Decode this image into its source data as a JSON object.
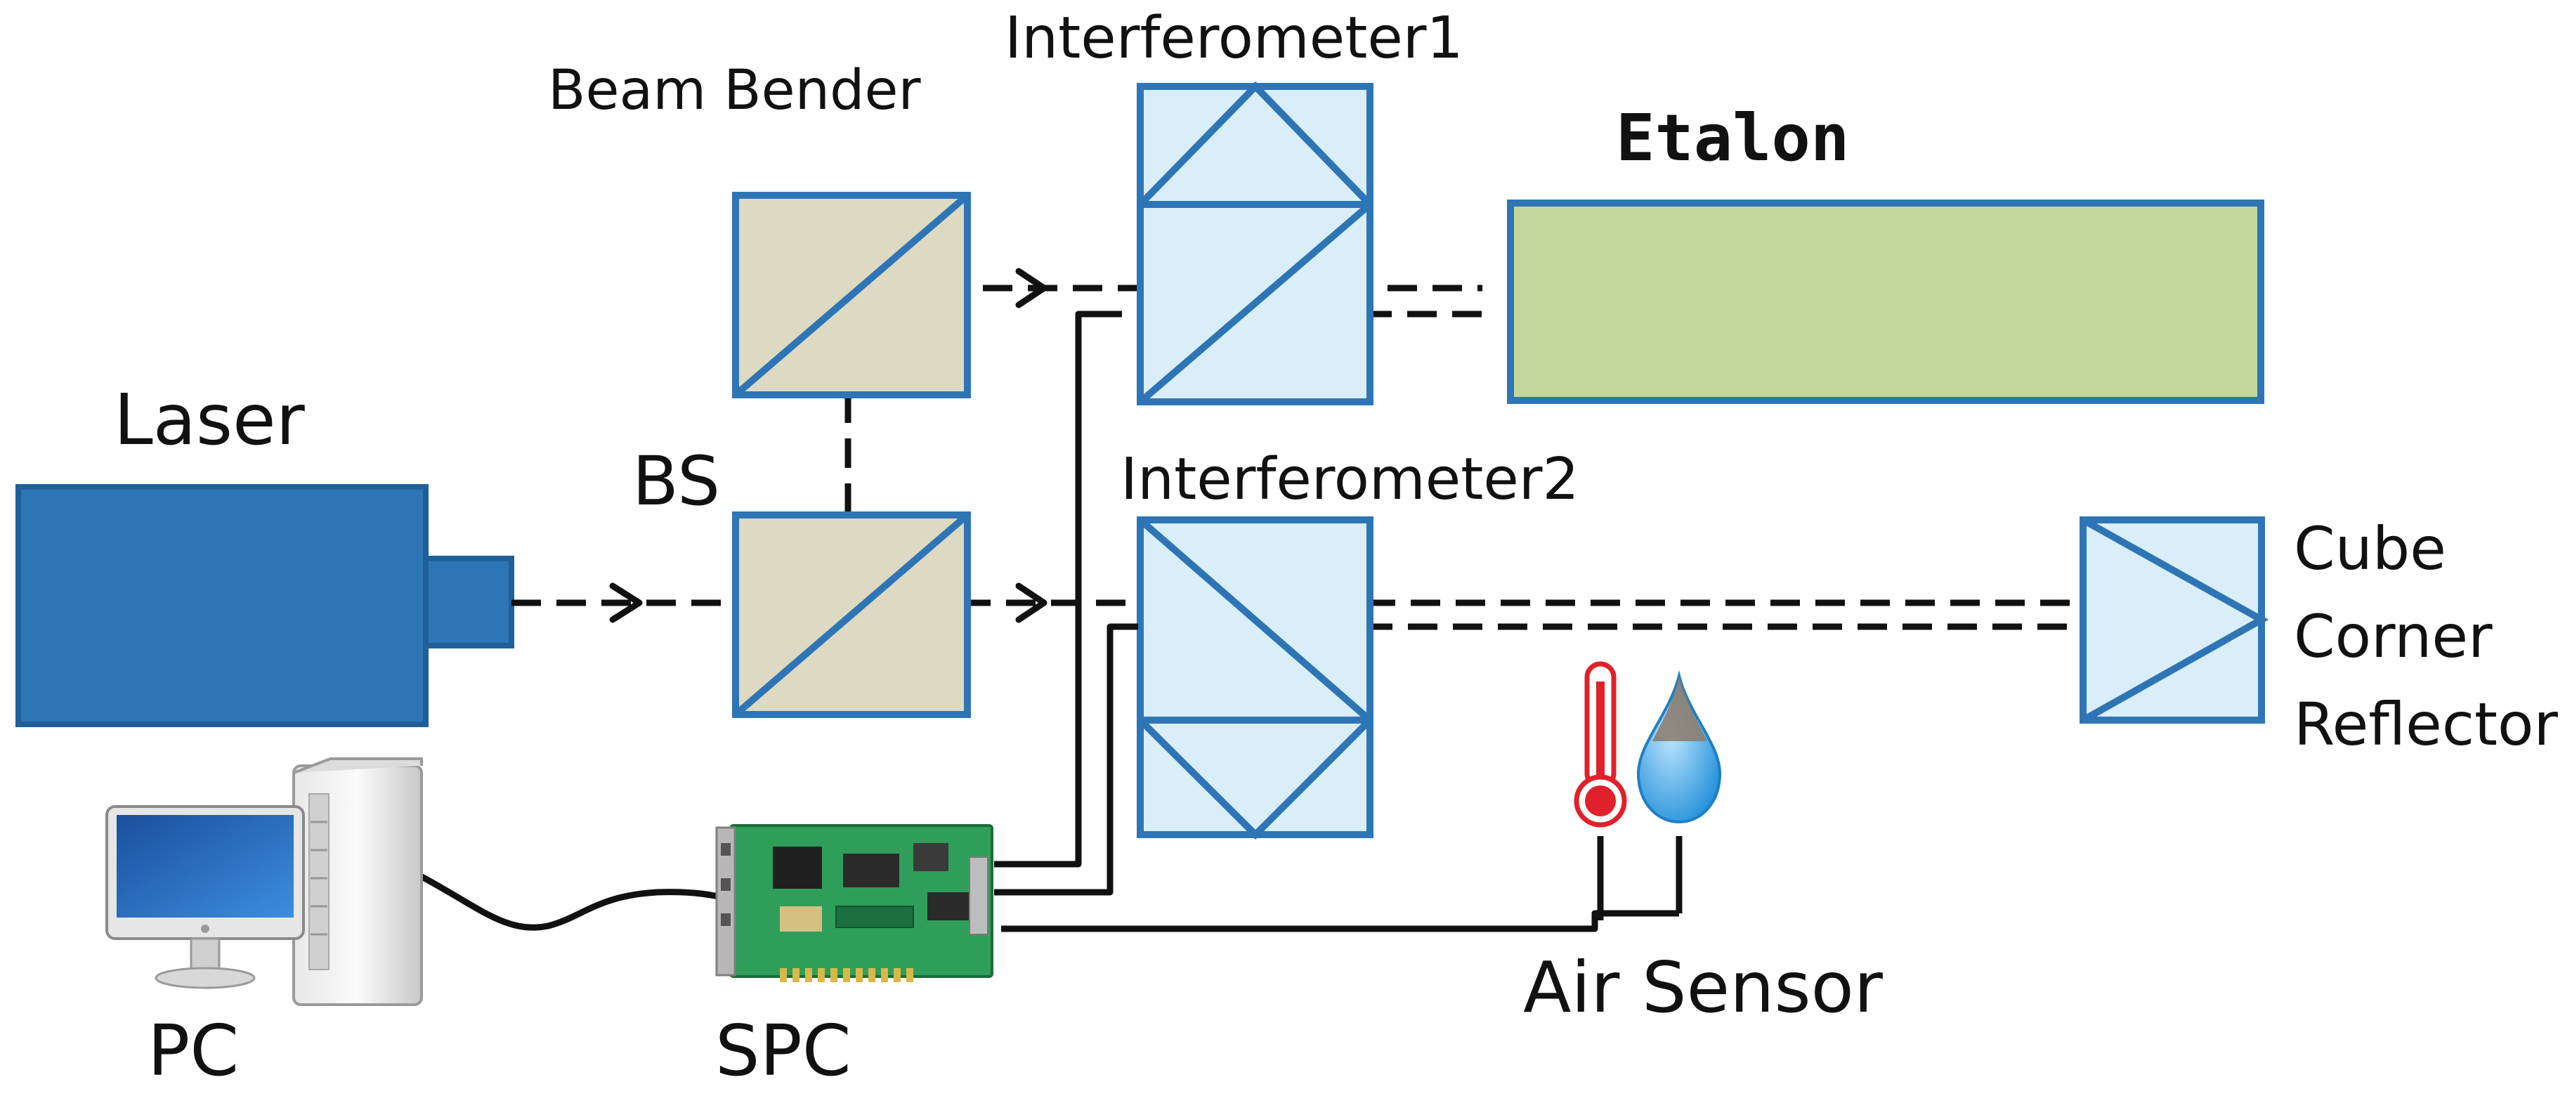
{
  "labels": {
    "beam_bender": "Beam Bender",
    "interferometer1": "Interferometer1",
    "etalon": "Etalon",
    "laser": "Laser",
    "bs": "BS",
    "interferometer2": "Interferometer2",
    "cube": "Cube",
    "corner": "Corner",
    "reflector": "Reflector",
    "pc": "PC",
    "spc": "SPC",
    "air_sensor": "Air Sensor"
  },
  "colors": {
    "laser_fill": "#2e75b6",
    "laser_stroke": "#1f5f9a",
    "splitter_fill": "#ddd9c3",
    "optic_stroke": "#2e75b6",
    "interferometer_fill": "#d9eef8",
    "etalon_fill": "#c3d69b",
    "beam": "#111111",
    "board_green": "#2f9e5a",
    "thermometer_red": "#e0202a",
    "droplet_blue": "#2a9fe0"
  },
  "icons": {
    "computer": "pc-tower-and-monitor-icon",
    "board": "pci-card-icon",
    "thermometer": "thermometer-icon",
    "humidity": "water-drop-icon"
  }
}
